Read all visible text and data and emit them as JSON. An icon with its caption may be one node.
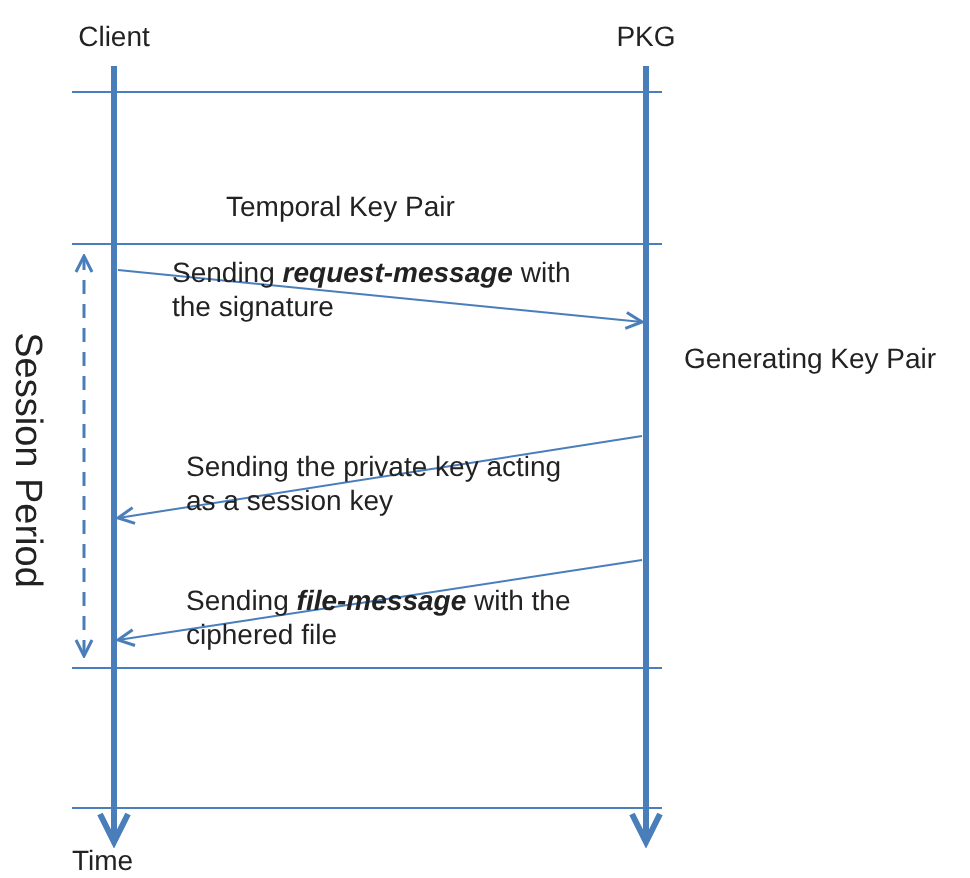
{
  "diagram": {
    "nodes": [
      {
        "text": [
          "Client"
        ]
      },
      {
        "text": [
          "PKG"
        ]
      }
    ],
    "edges": [
      {
        "from": 0,
        "to": 1,
        "arrow": "to",
        "label": "Sending **request-message** with the signature"
      },
      {
        "from": 1,
        "to": 0,
        "arrow": "to",
        "label": "Sending the private key acting as a session key"
      },
      {
        "from": 1,
        "to": 0,
        "arrow": "to",
        "label": "Sending **file-message** with the ciphered file"
      }
    ],
    "labels": [
      "Temporal Key Pair",
      "Generating Key Pair",
      "Session Period",
      "Time"
    ]
  }
}
